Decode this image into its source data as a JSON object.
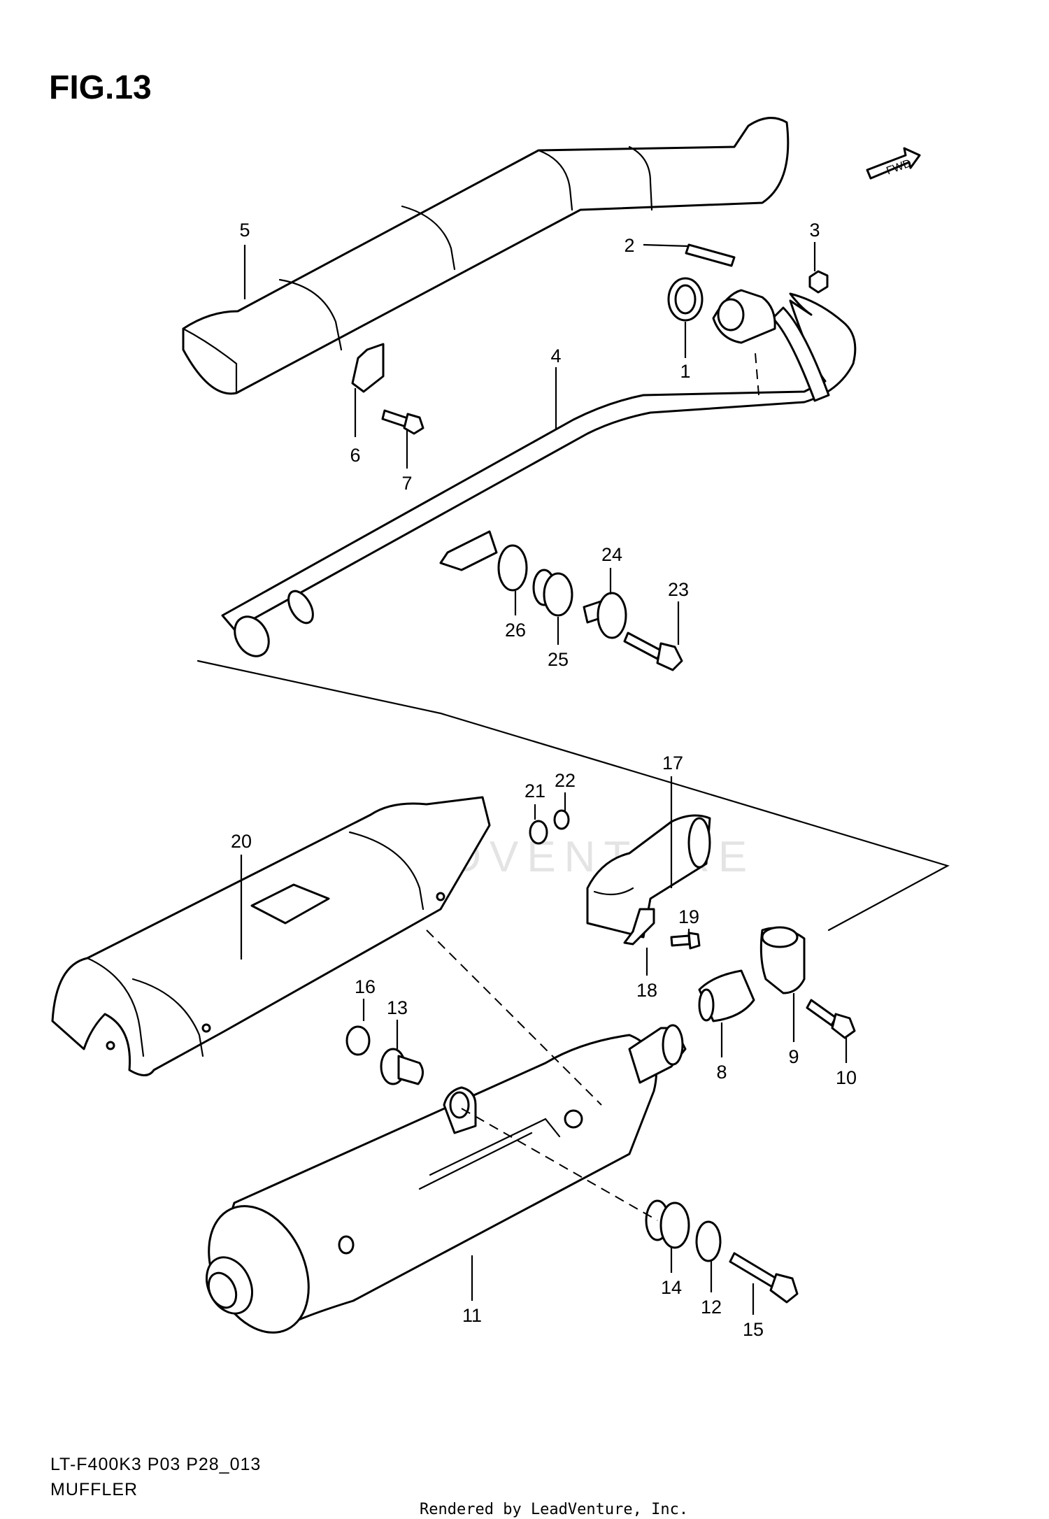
{
  "figure": {
    "title": "FIG.13",
    "model_code": "LT-F400K3 P03 P28_013",
    "section_name": "MUFFLER",
    "footer": "Rendered by LeadVenture, Inc.",
    "watermark": "LEADVENTURE",
    "fwd_label": "FWD"
  },
  "callouts": [
    "1",
    "2",
    "3",
    "4",
    "5",
    "6",
    "7",
    "8",
    "9",
    "10",
    "11",
    "12",
    "13",
    "14",
    "15",
    "16",
    "17",
    "18",
    "19",
    "20",
    "21",
    "22",
    "23",
    "24",
    "25",
    "26"
  ]
}
